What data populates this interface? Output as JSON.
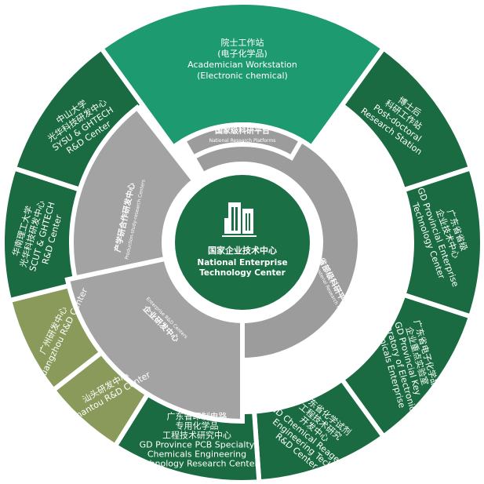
{
  "colors": {
    "outer_green": "#1a6b41",
    "top_teal": "#1e9a70",
    "olive": "#8a9a5b",
    "gray_sector": "#a3a3a3",
    "band_gray": "#9c9c9c",
    "center_green": "#1b6f45"
  },
  "center": {
    "icon": "building-icon",
    "title_cn": "国家企业技术中心",
    "title_en_1": "National Enterprise",
    "title_en_2": "Technology Center"
  },
  "outer": [
    {
      "id": "academician",
      "lines": [
        "院士工作站",
        "(电子化学品)",
        "Academician Workstation",
        "(Electronic chemical)"
      ]
    },
    {
      "id": "postdoc",
      "lines": [
        "博士后",
        "科研工作站",
        "Post-doctoral",
        "Research Station"
      ]
    },
    {
      "id": "gd-provincial",
      "lines": [
        "广东省省级",
        "企业技术中心",
        "GD Provincial Enterprise",
        "Technology Center"
      ]
    },
    {
      "id": "gd-key-lab",
      "lines": [
        "广东省电子化学品",
        "企业重点实验室",
        "GD Provincial Key",
        "Laboratory of Electronic",
        "Chemicals Enterprise"
      ]
    },
    {
      "id": "reagent",
      "lines": [
        "广东省化学试剂",
        "工程技术研究",
        "开发中心",
        "GD Chemical Reagent",
        "Engineering Tech",
        "R&D Center"
      ]
    },
    {
      "id": "pcb",
      "lines": [
        "广东省印制电路",
        "专用化学品",
        "工程技术研究中心",
        "GD Province PCB Specialty",
        "Chemicals Engineering",
        "Technology Research Center"
      ]
    },
    {
      "id": "shantou",
      "lines": [
        "汕头研发中心",
        "Shantou R&D Center"
      ]
    },
    {
      "id": "guangzhou",
      "lines": [
        "广州研发中心",
        "Guangzhou R&D Center"
      ]
    },
    {
      "id": "scut",
      "lines": [
        "华南理工大学",
        "光华科技研发中心",
        "SCUT & GHTECH",
        "R&D Center"
      ]
    },
    {
      "id": "sysu",
      "lines": [
        "中山大学",
        "光华科技研发中心",
        "SYSU & GHTECH",
        "R&D Center"
      ]
    }
  ],
  "middle": [
    {
      "id": "production-study",
      "cn": "产学研合作研发中心",
      "en": "Production-study-research Centers"
    },
    {
      "id": "enterprise-rd",
      "cn": "企业研发中心",
      "en": "Enterprise R&D Centers"
    }
  ],
  "band": [
    {
      "id": "national",
      "cn": "国家级科研平台",
      "en": "National Research Platforms"
    },
    {
      "id": "provincial",
      "cn": "省部级科研平台",
      "en": "Provincial and Ministerial Research Platforms"
    }
  ]
}
